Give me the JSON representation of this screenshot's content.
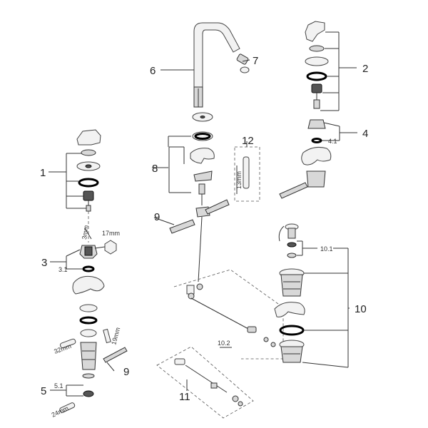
{
  "callouts": {
    "c1": "1",
    "c2": "2",
    "c3": "3",
    "c3_1": "3.1",
    "c4": "4",
    "c4_1": "4.1",
    "c5": "5",
    "c5_1": "5.1",
    "c6": "6",
    "c7": "7",
    "c8": "8",
    "c9a": "9",
    "c9b": "9",
    "c10": "10",
    "c10_1": "10.1",
    "c10_2": "10.2",
    "c11": "11",
    "c12": "12"
  },
  "dimensions": {
    "d3mm": "3mm",
    "d17mm": "17mm",
    "d13mm": "13mm",
    "d19mm": "19mm",
    "d32mm": "32mm",
    "d24mm": "24mm"
  },
  "colors": {
    "line": "#333333",
    "part_fill": "#d8d8d8",
    "seal": "#000000",
    "background": "#ffffff"
  }
}
